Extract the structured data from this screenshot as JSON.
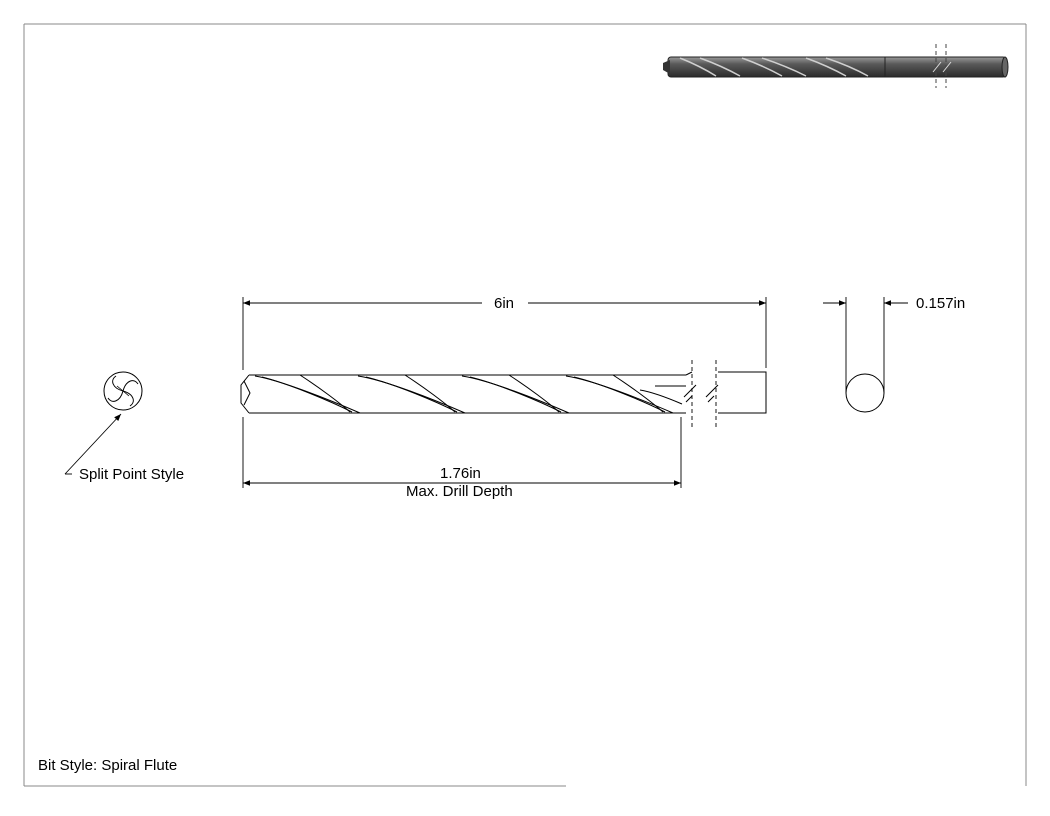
{
  "drawing": {
    "overall_length": "6in",
    "diameter": "0.157in",
    "drill_depth": "1.76in",
    "drill_depth_caption": "Max. Drill Depth",
    "point_style_callout": "Split Point Style",
    "bit_style": "Bit Style: Spiral Flute"
  }
}
